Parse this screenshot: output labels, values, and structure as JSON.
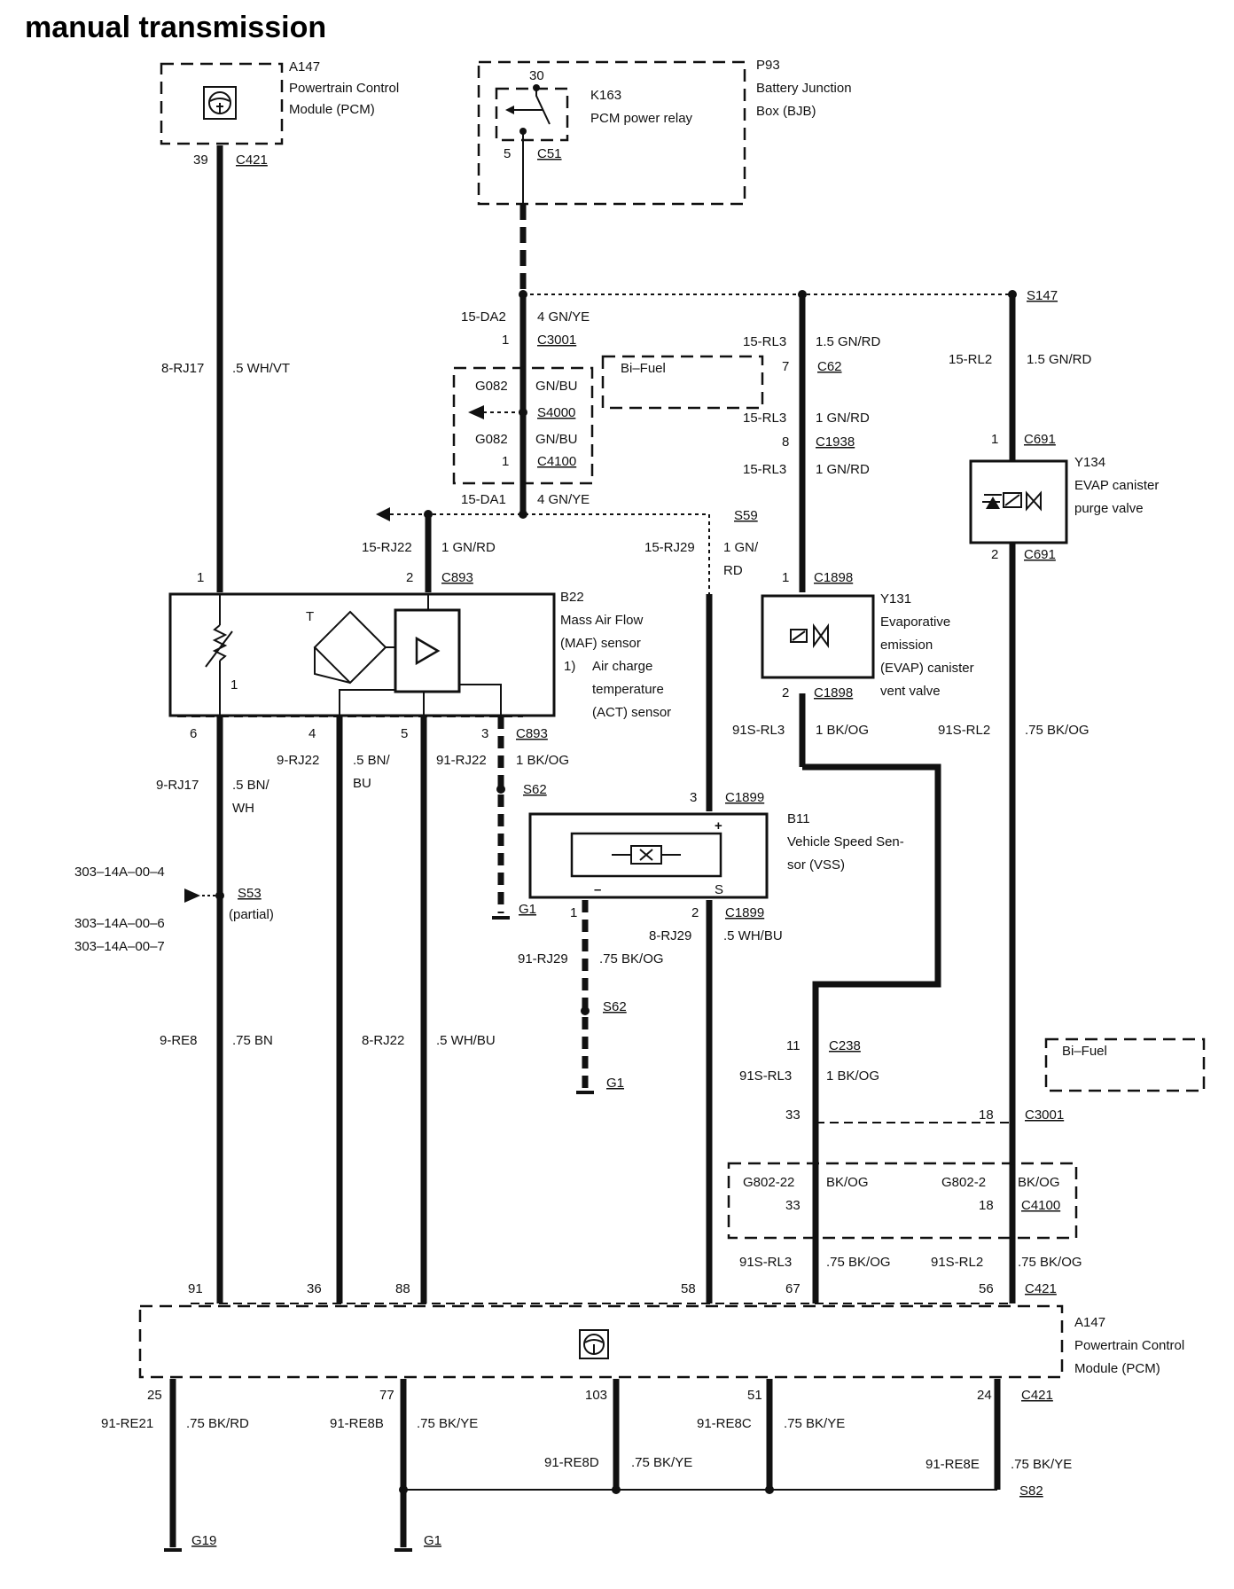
{
  "title": "manual transmission",
  "pcm_top": {
    "id": "A147",
    "name_line1": "Powertrain Control",
    "name_line2": "Module (PCM)",
    "pin": "39",
    "connector": "C421"
  },
  "bjb": {
    "id": "P93",
    "name_line1": "Battery Junction",
    "name_line2": "Box (BJB)",
    "relay_id": "K163",
    "relay_name": "PCM power relay",
    "pin30": "30",
    "pin5": "5",
    "connector": "C51"
  },
  "wire_8rj17": {
    "circuit": "8-RJ17",
    "spec": ".5 WH/VT"
  },
  "center_trunk": {
    "circuit_top": "15-DA2",
    "spec_top": "4 GN/YE",
    "pin_c3001": "1",
    "c3001": "C3001",
    "g082_a": "G082",
    "gnbu_a": "GN/BU",
    "s4000": "S4000",
    "g082_b": "G082",
    "gnbu_b": "GN/BU",
    "pin_c4100": "1",
    "c4100": "C4100",
    "circuit_bottom": "15-DA1",
    "spec_bottom": "4 GN/YE"
  },
  "bifuel_label": "Bi–Fuel",
  "rl3_branch": {
    "c1": "15-RL3",
    "s1": "1.5 GN/RD",
    "pin7": "7",
    "c62": "C62",
    "c2": "15-RL3",
    "s2": "1 GN/RD",
    "pin8": "8",
    "c1938": "C1938",
    "c3": "15-RL3",
    "s3": "1 GN/RD"
  },
  "s147": "S147",
  "rl2_branch": {
    "circuit": "15-RL2",
    "spec": "1.5 GN/RD",
    "pin1": "1",
    "c691_top": "C691",
    "pin2": "2",
    "c691_bottom": "C691"
  },
  "y134": {
    "id": "Y134",
    "name_line1": "EVAP canister",
    "name_line2": "purge valve"
  },
  "s59": "S59",
  "rj22_wire": {
    "circuit": "15-RJ22",
    "spec": "1 GN/RD"
  },
  "rj29_wire": {
    "circuit": "15-RJ29",
    "spec_line1": "1 GN/",
    "spec_line2": "RD"
  },
  "maf": {
    "id": "B22",
    "name_line1": "Mass Air Flow",
    "name_line2": "(MAF) sensor",
    "note_num": "1)",
    "note_line1": "Air charge",
    "note_line2": "temperature",
    "note_line3": "(ACT) sensor",
    "pin1": "1",
    "pin2": "2",
    "c893_top": "C893",
    "t_label": "T",
    "num_label": "1",
    "pin6": "6",
    "pin4": "4",
    "pin5": "5",
    "pin3": "3",
    "c893_bottom": "C893"
  },
  "y131": {
    "pin1": "1",
    "c1898_top": "C1898",
    "id": "Y131",
    "name_line1": "Evaporative",
    "name_line2": "emission",
    "name_line3": "(EVAP) canister",
    "name_line4": "vent valve",
    "pin2": "2",
    "c1898_bottom": "C1898"
  },
  "lower_left": {
    "c_9rj17": "9-RJ17",
    "s_9rj17_1": ".5 BN/",
    "s_9rj17_2": "WH",
    "c_9rj22": "9-RJ22",
    "s_9rj22_1": ".5 BN/",
    "s_9rj22_2": "BU",
    "c_91rj22": "91-RJ22",
    "s_91rj22": "1 BK/OG",
    "s62_a": "S62",
    "g1_a": "G1",
    "ref1": "303–14A–00–4",
    "s53": "S53",
    "partial": "(partial)",
    "ref2": "303–14A–00–6",
    "ref3": "303–14A–00–7",
    "c_9re8": "9-RE8",
    "s_9re8": ".75 BN",
    "c_8rj22": "8-RJ22",
    "s_8rj22": ".5 WH/BU"
  },
  "rl3_91": {
    "circuit": "91S-RL3",
    "spec": "1 BK/OG"
  },
  "rl2_91": {
    "circuit": "91S-RL2",
    "spec": ".75 BK/OG"
  },
  "vss": {
    "pin3": "3",
    "c1899_top": "C1899",
    "id": "B11",
    "name_line1": "Vehicle Speed Sen-",
    "name_line2": "sor (VSS)",
    "plus": "+",
    "minus": "–",
    "s_label": "S",
    "pin1": "1",
    "pin2": "2",
    "c1899_bottom": "C1899",
    "c_8rj29": "8-RJ29",
    "s_8rj29": ".5 WH/BU",
    "c_91rj29": "91-RJ29",
    "s_91rj29": ".75 BK/OG",
    "s62": "S62",
    "g1": "G1"
  },
  "c238_group": {
    "pin11": "11",
    "c238": "C238",
    "circuit": "91S-RL3",
    "spec": "1 BK/OG",
    "pin33": "33",
    "pin18": "18",
    "c3001": "C3001",
    "bifuel": "Bi–Fuel"
  },
  "g802_group": {
    "g802_22": "G802-22",
    "bkog_a": "BK/OG",
    "pin33": "33",
    "g802_2": "G802-2",
    "bkog_b": "BK/OG",
    "pin18": "18",
    "c4100": "C4100"
  },
  "pcm_in": {
    "c_rl3": "91S-RL3",
    "s_rl3": ".75 BK/OG",
    "c_rl2": "91S-RL2",
    "s_rl2": ".75 BK/OG",
    "pin91": "91",
    "pin36": "36",
    "pin88": "88",
    "pin58": "58",
    "pin67": "67",
    "pin56": "56",
    "c421": "C421"
  },
  "pcm_bottom": {
    "id": "A147",
    "name_line1": "Powertrain Control",
    "name_line2": "Module (PCM)"
  },
  "grounds": {
    "pin25": "25",
    "pin77": "77",
    "pin103": "103",
    "pin51": "51",
    "pin24": "24",
    "c421": "C421",
    "c_re21": "91-RE21",
    "s_re21": ".75 BK/RD",
    "c_re8b": "91-RE8B",
    "s_re8b": ".75 BK/YE",
    "c_re8d": "91-RE8D",
    "s_re8d": ".75 BK/YE",
    "c_re8c": "91-RE8C",
    "s_re8c": ".75 BK/YE",
    "c_re8e": "91-RE8E",
    "s_re8e": ".75 BK/YE",
    "s82": "S82",
    "g19": "G19",
    "g1": "G1"
  }
}
